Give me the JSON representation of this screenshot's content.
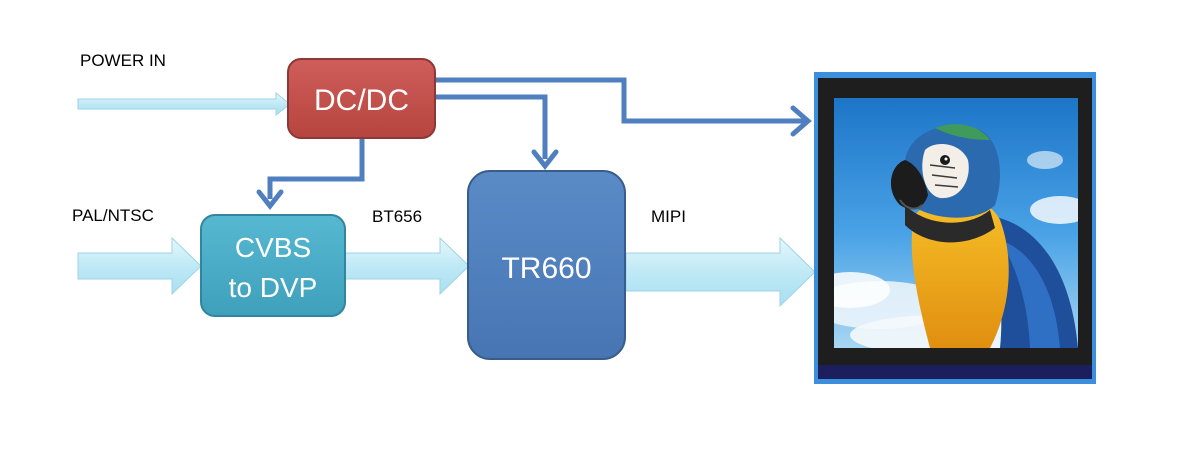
{
  "diagram": {
    "labels": {
      "power_in": "POWER IN",
      "pal_ntsc": "PAL/NTSC",
      "bt656": "BT656",
      "mipi": "MIPI"
    },
    "blocks": {
      "dcdc": "DC/DC",
      "cvbs_line1": "CVBS",
      "cvbs_line2": "to DVP",
      "tr660": "TR660"
    },
    "display": {
      "icon": "parrot-photo-display"
    },
    "colors": {
      "dcdc_fill": "#c0504d",
      "dcdc_stroke": "#8c3836",
      "cvbs_fill": "#4bacc6",
      "cvbs_stroke": "#31859c",
      "tr660_fill": "#4f81bd",
      "tr660_stroke": "#385d8a",
      "power_line": "#4f7fbf",
      "signal_arrow_fill": "#c6ecf7",
      "signal_arrow_stroke": "#9dd3e6",
      "display_border": "#3b8fdc",
      "display_bezel": "#1e1e1e"
    }
  }
}
